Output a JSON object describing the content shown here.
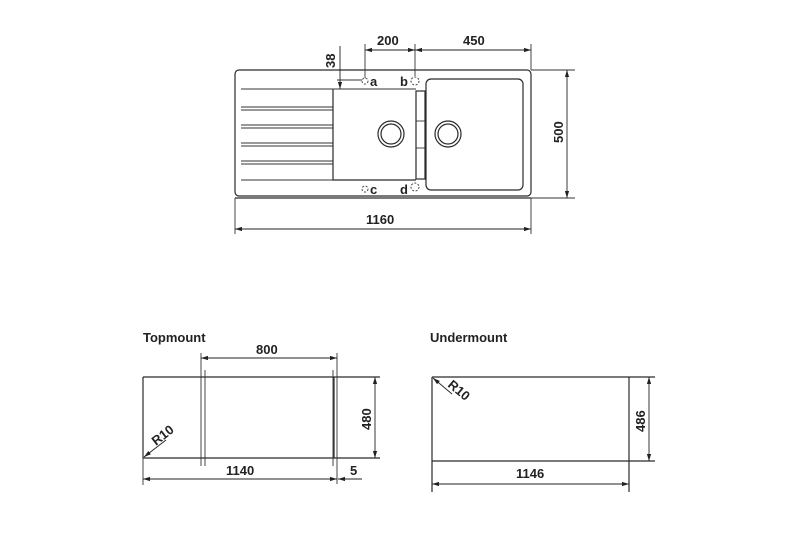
{
  "top_view": {
    "dimensions": {
      "width_total": "1160",
      "depth": "500",
      "tap_offset_a_to_b": "200",
      "bowl_width": "450",
      "rim_offset": "38"
    },
    "tap_hole_labels": [
      "a",
      "b",
      "c",
      "d"
    ]
  },
  "topmount": {
    "title": "Topmount",
    "dimensions": {
      "cutout_width": "1140",
      "inner_width": "800",
      "depth": "480",
      "tolerance": "5",
      "radius": "R10"
    }
  },
  "undermount": {
    "title": "Undermount",
    "dimensions": {
      "cutout_width": "1146",
      "depth": "486",
      "radius": "R10"
    }
  }
}
